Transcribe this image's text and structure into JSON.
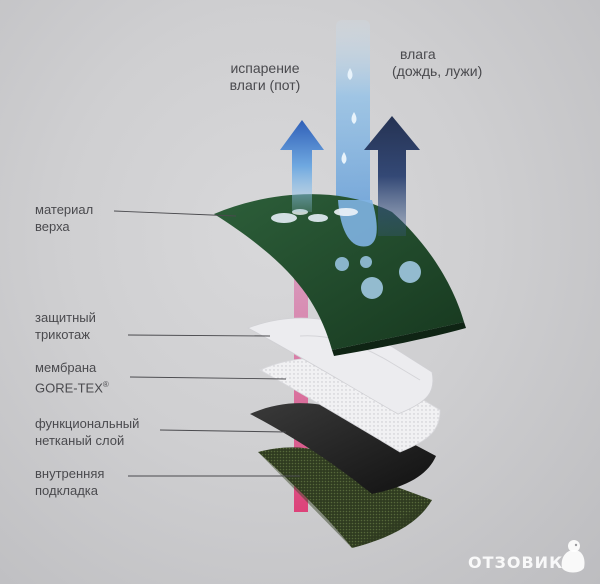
{
  "labels": {
    "evaporation_line1": "испарение",
    "evaporation_line2": "влаги (пот)",
    "rain_line1": "влага",
    "rain_line2": "(дождь, лужи)",
    "upper_line1": "материал",
    "upper_line2": "верха",
    "knit_line1": "защитный",
    "knit_line2": "трикотаж",
    "membrane_line1": "мембрана",
    "membrane_line2": "GORE-TEX",
    "membrane_mark": "®",
    "nonwoven_line1": "функциональный",
    "nonwoven_line2": "нетканый слой",
    "lining_line1": "внутренняя",
    "lining_line2": "подкладка"
  },
  "watermark": {
    "text": "ОТЗОВИК"
  },
  "colors": {
    "upper_layer": "#1f4a2c",
    "knit_layer": "#e8e8ea",
    "nonwoven_layer": "#1e1e1e",
    "lining_layer": "#3a4a2a",
    "evaporation_arrow": "#3a6fc4",
    "rain_arrow": "#22335a",
    "sweat_path": "#c8377a",
    "water_column": "#8fc4ea"
  }
}
